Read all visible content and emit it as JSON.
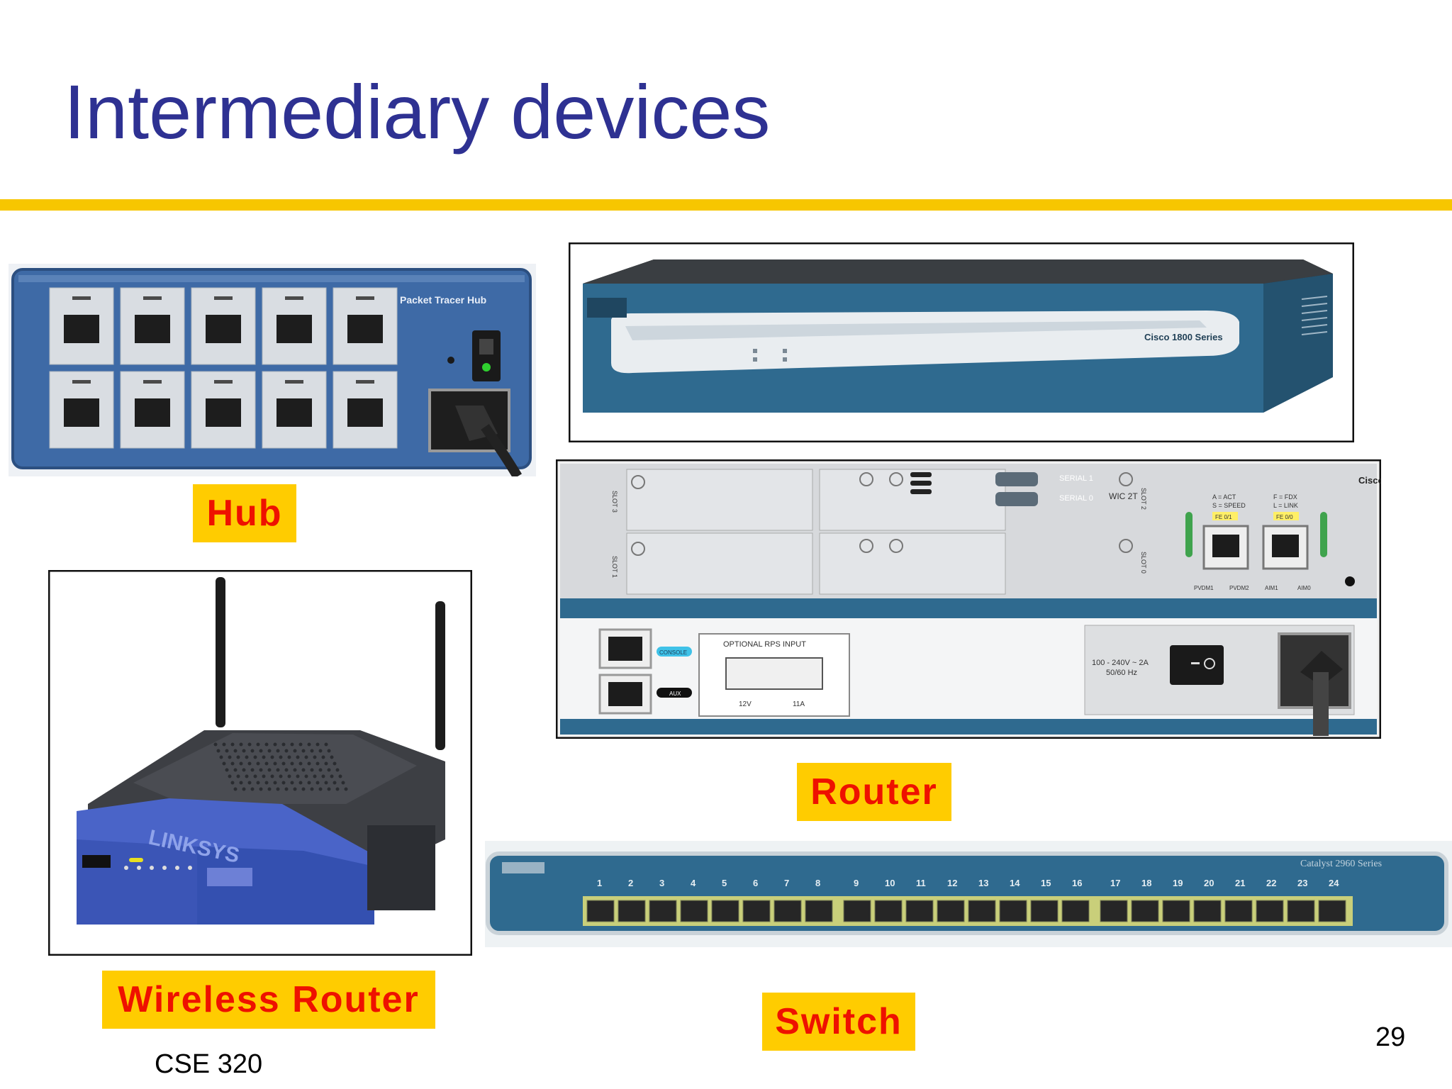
{
  "slide": {
    "title": "Intermediary devices",
    "course": "CSE 320",
    "page_number": "29"
  },
  "labels": {
    "hub": "Hub",
    "router": "Router",
    "wireless_router": "Wireless Router",
    "switch": "Switch"
  },
  "device_text": {
    "hub_name": "Packet Tracer Hub",
    "router_front_brand": "Cisco 1800 Series",
    "router_rear_slot0": "SLOT 0",
    "router_rear_slot1": "SLOT 1",
    "router_rear_slot2": "SLOT 2",
    "router_rear_slot3": "SLOT 3",
    "router_rear_serial0": "SERIAL 0",
    "router_rear_serial1": "SERIAL 1",
    "router_rear_wic": "WIC 2T",
    "router_rear_act": "A = ACT",
    "router_rear_speed": "S = SPEED",
    "router_rear_fdx": "F = FDX",
    "router_rear_link": "L = LINK",
    "router_rear_fe0": "FE 0/1",
    "router_rear_fe1": "FE 0/0",
    "router_rear_pvdm1": "PVDM1",
    "router_rear_pvdm2": "PVDM2",
    "router_rear_aim1": "AIM1",
    "router_rear_aim0": "AIM0",
    "router_rear_console": "CONSOLE",
    "router_rear_aux": "AUX",
    "router_rear_rps": "OPTIONAL RPS INPUT",
    "router_rear_12v": "12V",
    "router_rear_11a": "11A",
    "router_rear_power": "100 - 240V ~ 2A",
    "router_rear_hz": "50/60 Hz",
    "router_rear_brand": "Cisco",
    "switch_brand": "Catalyst 2960 Series",
    "wireless_brand": "LINKSYS"
  },
  "switch_port_numbers": [
    "1",
    "2",
    "3",
    "4",
    "5",
    "6",
    "7",
    "8",
    "9",
    "10",
    "11",
    "12",
    "13",
    "14",
    "15",
    "16",
    "17",
    "18",
    "19",
    "20",
    "21",
    "22",
    "23",
    "24"
  ],
  "colors": {
    "title": "#2e3192",
    "rule": "#f7c600",
    "label_bg": "#ffcc00",
    "label_text": "#ee1100",
    "cisco_blue": "#2f6a8f",
    "hub_blue": "#3e6aa6",
    "linksys_blue": "#4a64c8"
  }
}
